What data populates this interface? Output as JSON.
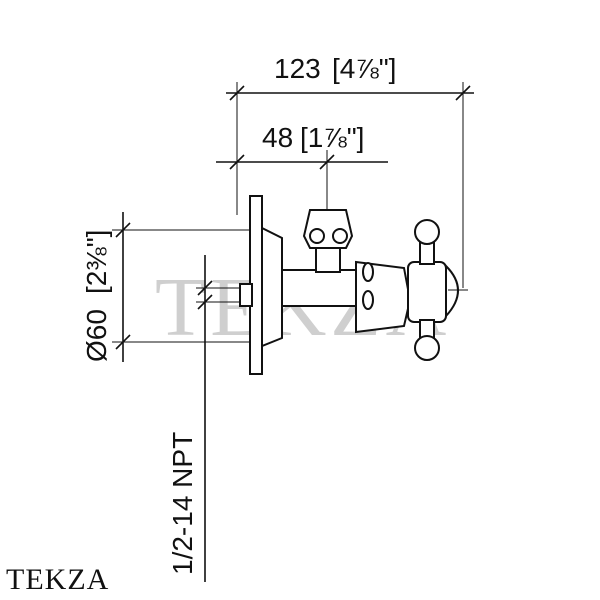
{
  "dimensions": {
    "overall_width": {
      "value": "123",
      "imperial": "[4⅞\"]"
    },
    "center_offset": {
      "value": "48",
      "imperial": "[1⅞\"]"
    },
    "flange_diameter": {
      "value": "Ø60",
      "imperial": "[2⅜\"]"
    },
    "thread": {
      "label": "1/2-14 NPT"
    }
  },
  "watermark": "TEKZA",
  "brand": "TEKZA"
}
